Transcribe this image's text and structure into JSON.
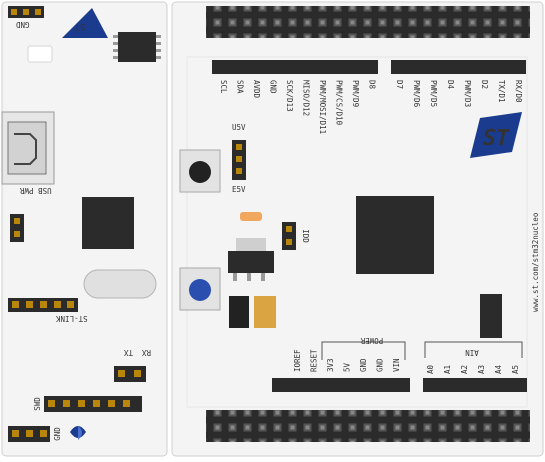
{
  "stlink": {
    "gnd_label": "GND",
    "usb_pwr_label": "USB PWR",
    "stlink_label": "ST-LINK",
    "tx_label": "TX",
    "rx_label": "RX",
    "swd_label": "SWD",
    "gnd2_label": "GND"
  },
  "jumpers": {
    "u5v_label": "U5V",
    "e5v_label": "E5V",
    "idd_label": "IDD"
  },
  "arduino_top": {
    "pins_left": [
      "SCL",
      "SDA",
      "AVDD",
      "GND",
      "SCK/D13",
      "MISO/D12",
      "PWM/MOSI/D11",
      "PWM/CS/D10",
      "PWM/D9",
      "D8"
    ],
    "pins_right": [
      "D7",
      "PWM/D6",
      "PWM/D5",
      "D4",
      "PWM/D3",
      "D2",
      "TX/D1",
      "RX/D0"
    ]
  },
  "power": {
    "title": "POWER",
    "pins": [
      "IOREF",
      "RESET",
      "3V3",
      "5V",
      "GND",
      "GND",
      "VIN"
    ]
  },
  "analog": {
    "title": "AIN",
    "pins": [
      "A0",
      "A1",
      "A2",
      "A3",
      "A4",
      "A5"
    ]
  },
  "branding": {
    "url": "www.st.com/stm32nucleo"
  },
  "colors": {
    "board": "#f4f4f4",
    "pin_dark": "#2b2b2b",
    "pin_gold": "#b8860b",
    "st_blue": "#1b3b8f",
    "reset_button": "#2a4fae",
    "cap_tan": "#d9a441",
    "led_orange": "#f2a75e"
  }
}
